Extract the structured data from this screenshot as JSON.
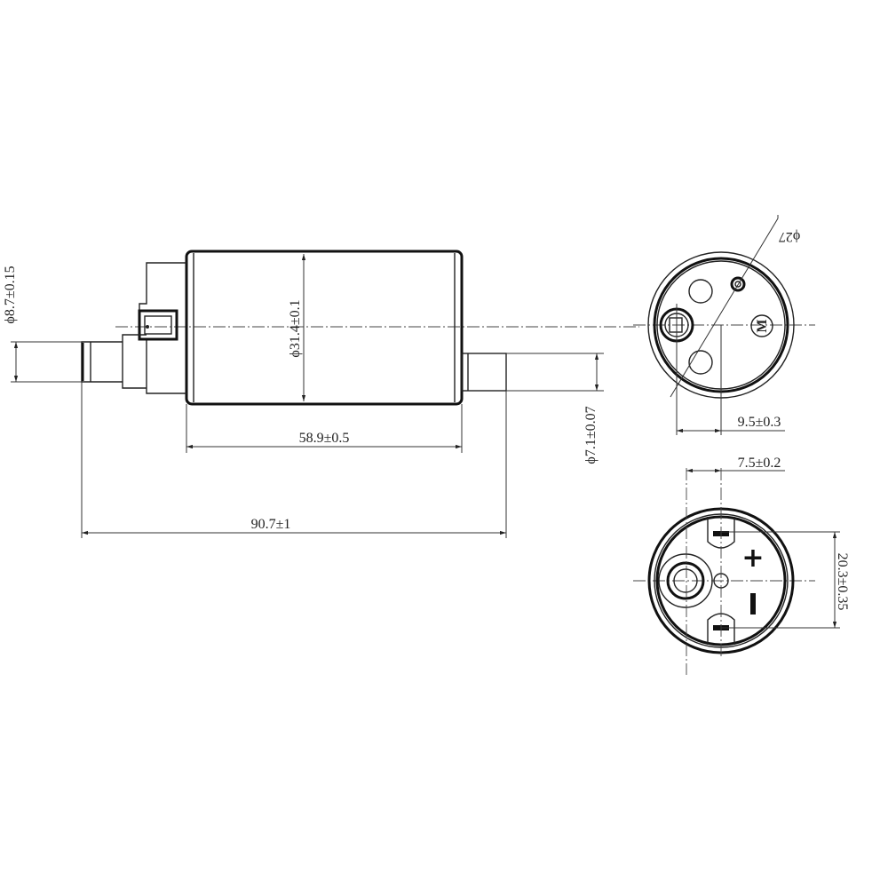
{
  "dimensions": {
    "inlet_diameter": "ϕ8.7±0.15",
    "body_diameter": "ϕ31.4±0.1",
    "body_length": "58.9±0.5",
    "total_length": "90.7±1",
    "outlet_diameter": "ϕ7.1±0.07",
    "end_diameter": "ϕ27",
    "top_offset": "9.5±0.3",
    "bottom_offset": "7.5±0.2",
    "terminal_spacing": "20.3±0.35"
  },
  "markings": {
    "plus": "+",
    "minus": "−",
    "motor_mark": "M"
  }
}
